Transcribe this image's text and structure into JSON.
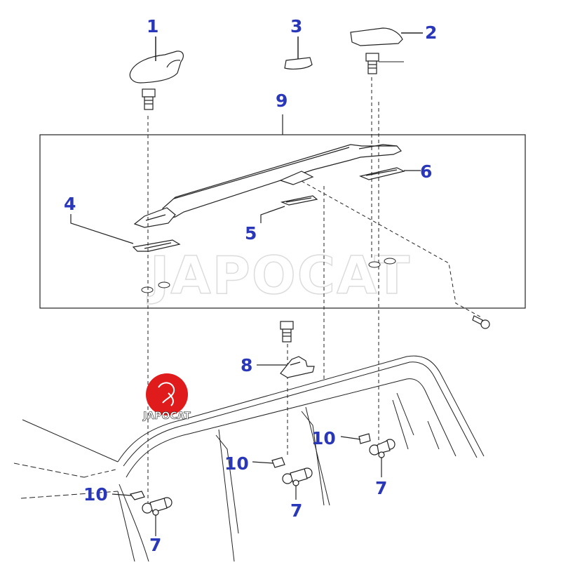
{
  "callout_color": "#2a37b8",
  "line_color": "#222222",
  "logo_color": "#e01b1b",
  "callouts": [
    {
      "label": "1"
    },
    {
      "label": "2"
    },
    {
      "label": "3"
    },
    {
      "label": "4"
    },
    {
      "label": "5"
    },
    {
      "label": "6"
    },
    {
      "label": "7"
    },
    {
      "label": "8"
    },
    {
      "label": "9"
    },
    {
      "label": "10"
    }
  ],
  "watermark": {
    "text": "JAPOCAT"
  },
  "logo": {
    "text": "JAPOCAT"
  }
}
